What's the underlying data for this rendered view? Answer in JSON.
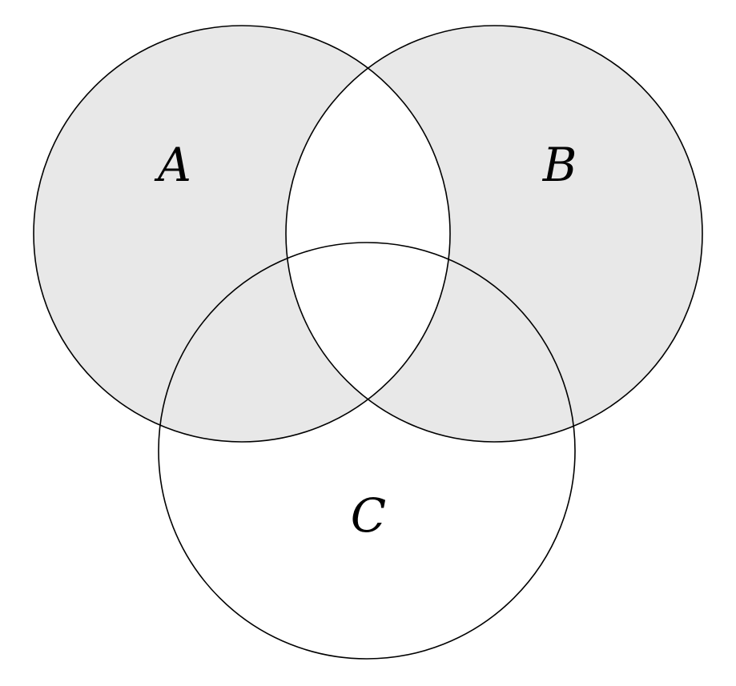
{
  "diagram": {
    "type": "venn-3-set",
    "sets": [
      {
        "label": "A"
      },
      {
        "label": "B"
      },
      {
        "label": "C"
      }
    ],
    "labels": {
      "a": "A",
      "b": "B",
      "c": "C"
    },
    "regions": {
      "a_only": "shaded",
      "b_only": "shaded",
      "c_only": "unshaded",
      "a_and_b_only": "unshaded",
      "a_and_c_only": "shaded",
      "b_and_c_only": "shaded",
      "a_and_b_and_c": "unshaded"
    },
    "shaded_expression": "A symmetric-difference B",
    "colors": {
      "region_fill": "#e8e8e8",
      "stroke": "#000000",
      "background": "#ffffff"
    }
  }
}
